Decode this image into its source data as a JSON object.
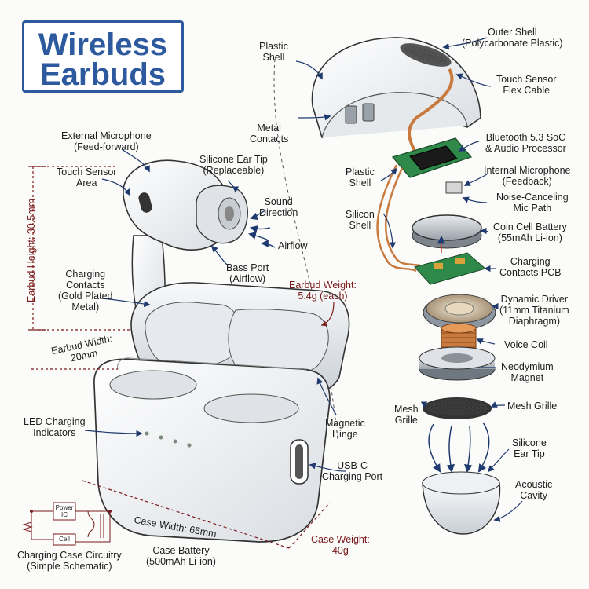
{
  "title": {
    "line1": "Wireless",
    "line2": "Earbuds"
  },
  "labels": {
    "outer_shell": [
      "Outer Shell",
      "(Polycarbonate Plastic)"
    ],
    "plastic_shell_top": [
      "Plastic",
      "Shell"
    ],
    "touch_flex": [
      "Touch Sensor",
      "Flex Cable"
    ],
    "metal_contacts": [
      "Metal",
      "Contacts"
    ],
    "bt_soc": [
      "Bluetooth 5.3 SoC",
      "& Audio Processor"
    ],
    "plastic_shell_mid": [
      "Plastic",
      "Shell"
    ],
    "internal_mic": [
      "Internal Microphone",
      "(Feedback)"
    ],
    "silicon_shell": [
      "Silicon",
      "Shell"
    ],
    "noise_cancel": [
      "Noise-Canceling",
      "Mic Path"
    ],
    "coin_battery": [
      "Coin Cell Battery",
      "(55mAh Li-ion)"
    ],
    "charging_pcb": [
      "Charging",
      "Contacts PCB"
    ],
    "dynamic_driver": [
      "Dynamic Driver",
      "(11mm Titanium",
      "Diaphragm)"
    ],
    "voice_coil": [
      "Voice Coil"
    ],
    "neodymium": [
      "Neodymium",
      "Magnet"
    ],
    "mesh_grille_right": [
      "Mesh Grille"
    ],
    "mesh_grille_left": [
      "Mesh",
      "Grille"
    ],
    "silicone_tip_bottom": [
      "Silicone",
      "Ear Tip"
    ],
    "acoustic_cavity": [
      "Acoustic",
      "Cavity"
    ],
    "ext_mic": [
      "External Microphone",
      "(Feed-forward)"
    ],
    "touch_area": [
      "Touch Sensor",
      "Area"
    ],
    "silicone_tip": [
      "Silicone Ear Tip",
      "(Replaceable)"
    ],
    "sound_direction": [
      "Sound",
      "Direction"
    ],
    "airflow": [
      "Airflow"
    ],
    "bass_port": [
      "Bass Port",
      "(Airflow)"
    ],
    "charging_contacts": [
      "Charging",
      "Contacts",
      "(Gold Plated",
      "Metal)"
    ],
    "earbud_weight": [
      "Earbud Weight:",
      "5.4g (each)"
    ],
    "earbud_width": [
      "Earbud Width:",
      "20mm"
    ],
    "earbud_height": "Earbud Height: 30.5mm",
    "led_indicators": [
      "LED Charging",
      "Indicators"
    ],
    "magnetic_hinge": [
      "Magnetic",
      "Hinge"
    ],
    "usbc": [
      "USB-C",
      "Charging Port"
    ],
    "case_width": "Case Width: 65mm",
    "case_weight": [
      "Case Weight:",
      "40g"
    ],
    "case_battery": [
      "Case Battery",
      "(500mAh Li-ion)"
    ],
    "case_circuitry": [
      "Charging Case Circuitry",
      "(Simple Schematic)"
    ]
  },
  "schematic": {
    "power_ic": [
      "Power",
      "IC"
    ],
    "cell": "Cell"
  },
  "colors": {
    "title": "#2d5a9e",
    "ink": "#1c1c1c",
    "dimension": "#7a1a1a",
    "arrow": "#1f3a6e",
    "copper": "#c87a3f",
    "pcb": "#2f8a4a"
  }
}
